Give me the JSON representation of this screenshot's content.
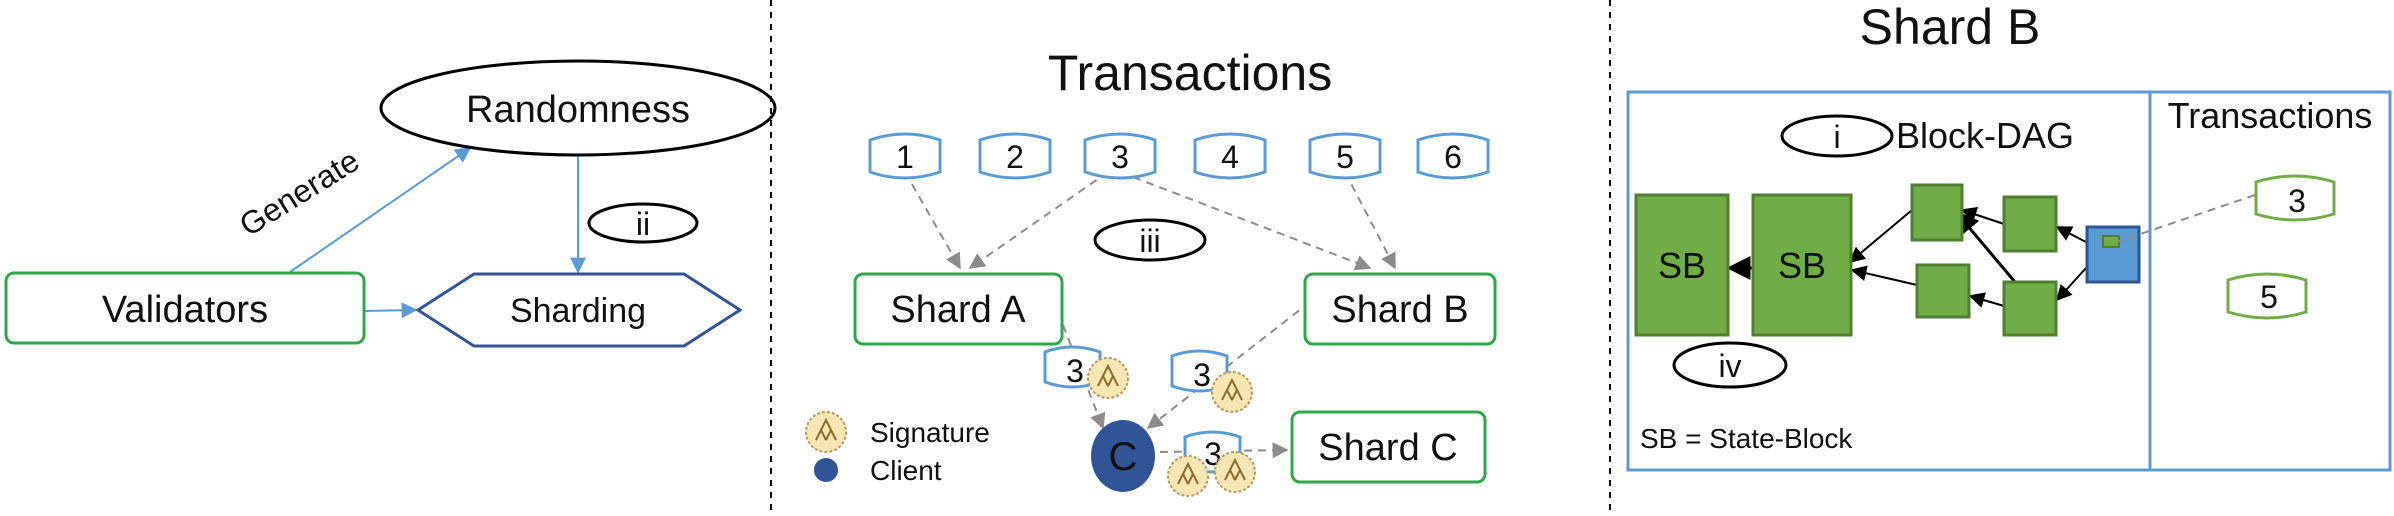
{
  "panel1": {
    "randomness": "Randomness",
    "generate": "Generate",
    "step_ii": "ii",
    "validators": "Validators",
    "sharding": "Sharding"
  },
  "panel2": {
    "title": "Transactions",
    "tx": [
      "1",
      "2",
      "3",
      "4",
      "5",
      "6"
    ],
    "step_iii": "iii",
    "shard_a": "Shard A",
    "shard_b": "Shard B",
    "shard_c": "Shard C",
    "client_letter": "C",
    "carried_tx": "3",
    "legend_signature": "Signature",
    "legend_client": "Client"
  },
  "panel3": {
    "title": "Shard B",
    "step_i": "i",
    "blockdag": "Block-DAG",
    "transactions": "Transactions",
    "sb": "SB",
    "step_iv": "iv",
    "sb_def": "SB = State-Block",
    "pending_tx": [
      "3",
      "5"
    ]
  },
  "colors": {
    "blue": "#5b9bd5",
    "navy": "#2f5597",
    "green_border": "#2ea84a",
    "green_fill": "#70ad47",
    "green_dark": "#507e32",
    "client": "#2f5597",
    "arrow_gray": "#8c8c8c"
  }
}
